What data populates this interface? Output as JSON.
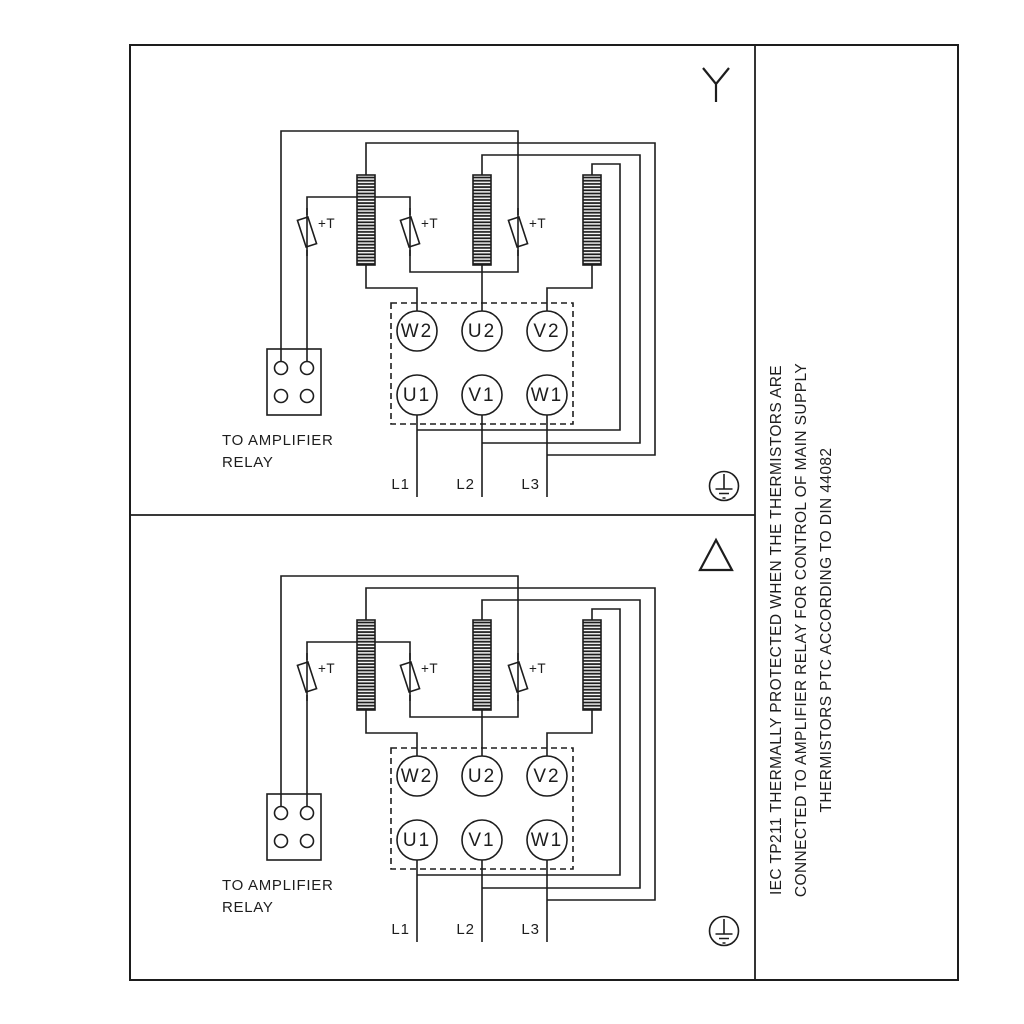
{
  "panels": [
    {
      "id": "star",
      "symbol": "star",
      "terminal_block": {
        "top_row": [
          "W2",
          "U2",
          "V2"
        ],
        "bottom_row": [
          "U1",
          "V1",
          "W1"
        ]
      },
      "supply_labels": [
        "L1",
        "L2",
        "L3"
      ],
      "thermistor_labels": [
        "+T",
        "+T",
        "+T"
      ],
      "amplifier_note_line1": "TO AMPLIFIER",
      "amplifier_note_line2": "RELAY"
    },
    {
      "id": "delta",
      "symbol": "delta",
      "terminal_block": {
        "top_row": [
          "W2",
          "U2",
          "V2"
        ],
        "bottom_row": [
          "U1",
          "V1",
          "W1"
        ]
      },
      "supply_labels": [
        "L1",
        "L2",
        "L3"
      ],
      "thermistor_labels": [
        "+T",
        "+T",
        "+T"
      ],
      "amplifier_note_line1": "TO AMPLIFIER",
      "amplifier_note_line2": "RELAY"
    }
  ],
  "sidebar": {
    "lines": [
      "IEC TP211 THERMALLY PROTECTED WHEN THE THERMISTORS ARE",
      "CONNECTED TO AMPLIFIER RELAY FOR CONTROL OF MAIN SUPPLY",
      "THERMISTORS PTC ACCORDING TO DIN 44082"
    ]
  },
  "colors": {
    "line": "#1d1d1d",
    "background": "#ffffff"
  }
}
